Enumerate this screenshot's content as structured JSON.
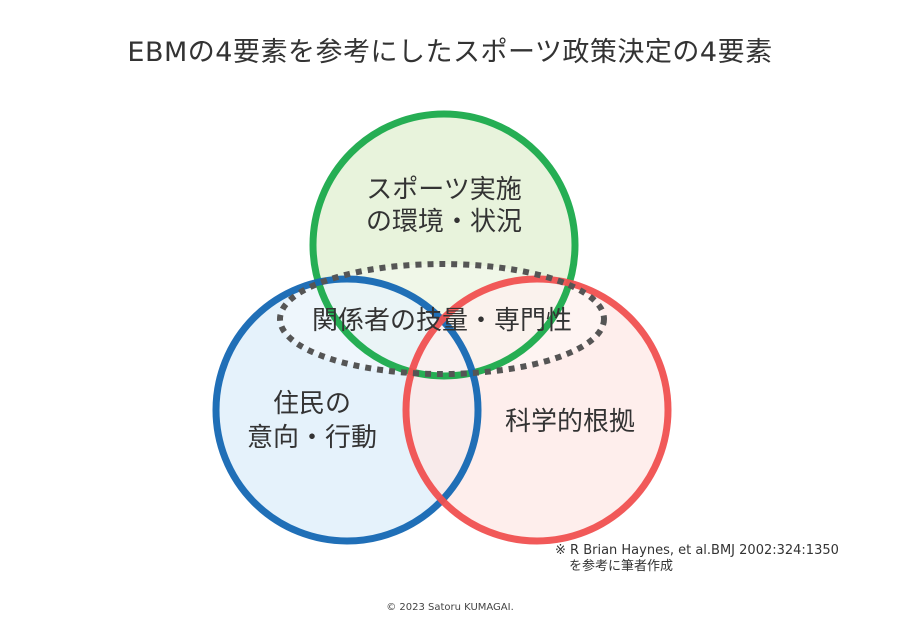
{
  "title": "EBMの4要素を参考にしたスポーツ政策決定の4要素",
  "circles": {
    "top": {
      "lines": [
        "スポーツ実施",
        "の環境・状況"
      ],
      "stroke": "#1aaa4b",
      "fill": "#e2efd2"
    },
    "left": {
      "lines": [
        "住民の",
        "意向・行動"
      ],
      "stroke": "#1467b3",
      "fill": "#dceefa"
    },
    "right": {
      "lines": [
        "科学的根拠"
      ],
      "stroke": "#f05050",
      "fill": "#fde8e6"
    }
  },
  "center_oval": {
    "label": "関係者の技量・専門性",
    "stroke": "#555555"
  },
  "citation": {
    "line1": "※ R Brian Haynes, et al.BMJ 2002:324:1350",
    "line2": "を参考に筆者作成"
  },
  "copyright": "© 2023 Satoru KUMAGAI."
}
